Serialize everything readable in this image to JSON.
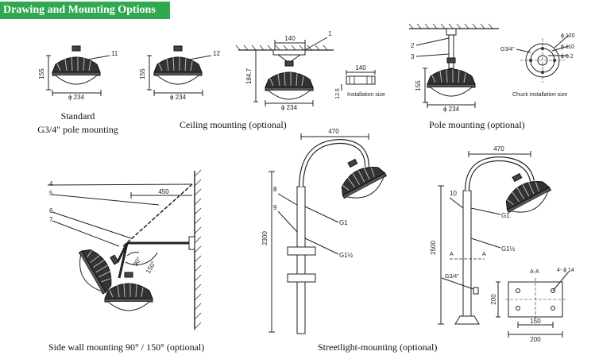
{
  "header": {
    "title": "Drawing and Mounting Options"
  },
  "captions": {
    "standard_line1": "Standard",
    "standard_line2": "G3/4\" pole mounting",
    "ceiling": "Ceiling mounting (optional)",
    "pole": "Pole mounting (optional)",
    "sidewall": "Side wall mounting 90°  / 150°  (optional)",
    "streetlight": "Streetlight-mounting (optional)"
  },
  "dims": {
    "d234": "ϕ 234",
    "h155": "155",
    "w140": "140",
    "h184": "184.7",
    "h125": "12.5",
    "w450": "450",
    "w470": "470",
    "h2300": "2300",
    "h2500": "2500",
    "h200": "200",
    "w150": "150",
    "w200": "200",
    "d120": "ϕ 120",
    "d110": "ϕ 110",
    "d62": "ϕ 6.2",
    "d14": "4- ϕ 14",
    "g34": "G3/4\"",
    "g34b": "G3/4\"",
    "g1": "G1",
    "g1b": "G1",
    "g112": "G1½",
    "g112b": "G1½",
    "a90": "90°",
    "a150": "150°",
    "section": "A-A",
    "a_left": "A",
    "a_right": "A"
  },
  "notes": {
    "install_size": "Installation size",
    "chuck_size": "Chuck installation size"
  },
  "callouts": {
    "n1": "1",
    "n2": "2",
    "n3": "3",
    "n4": "4",
    "n5": "5",
    "n6": "6",
    "n7": "7",
    "n8": "8",
    "n9": "9",
    "n10": "10",
    "n11": "11",
    "n12": "12"
  }
}
